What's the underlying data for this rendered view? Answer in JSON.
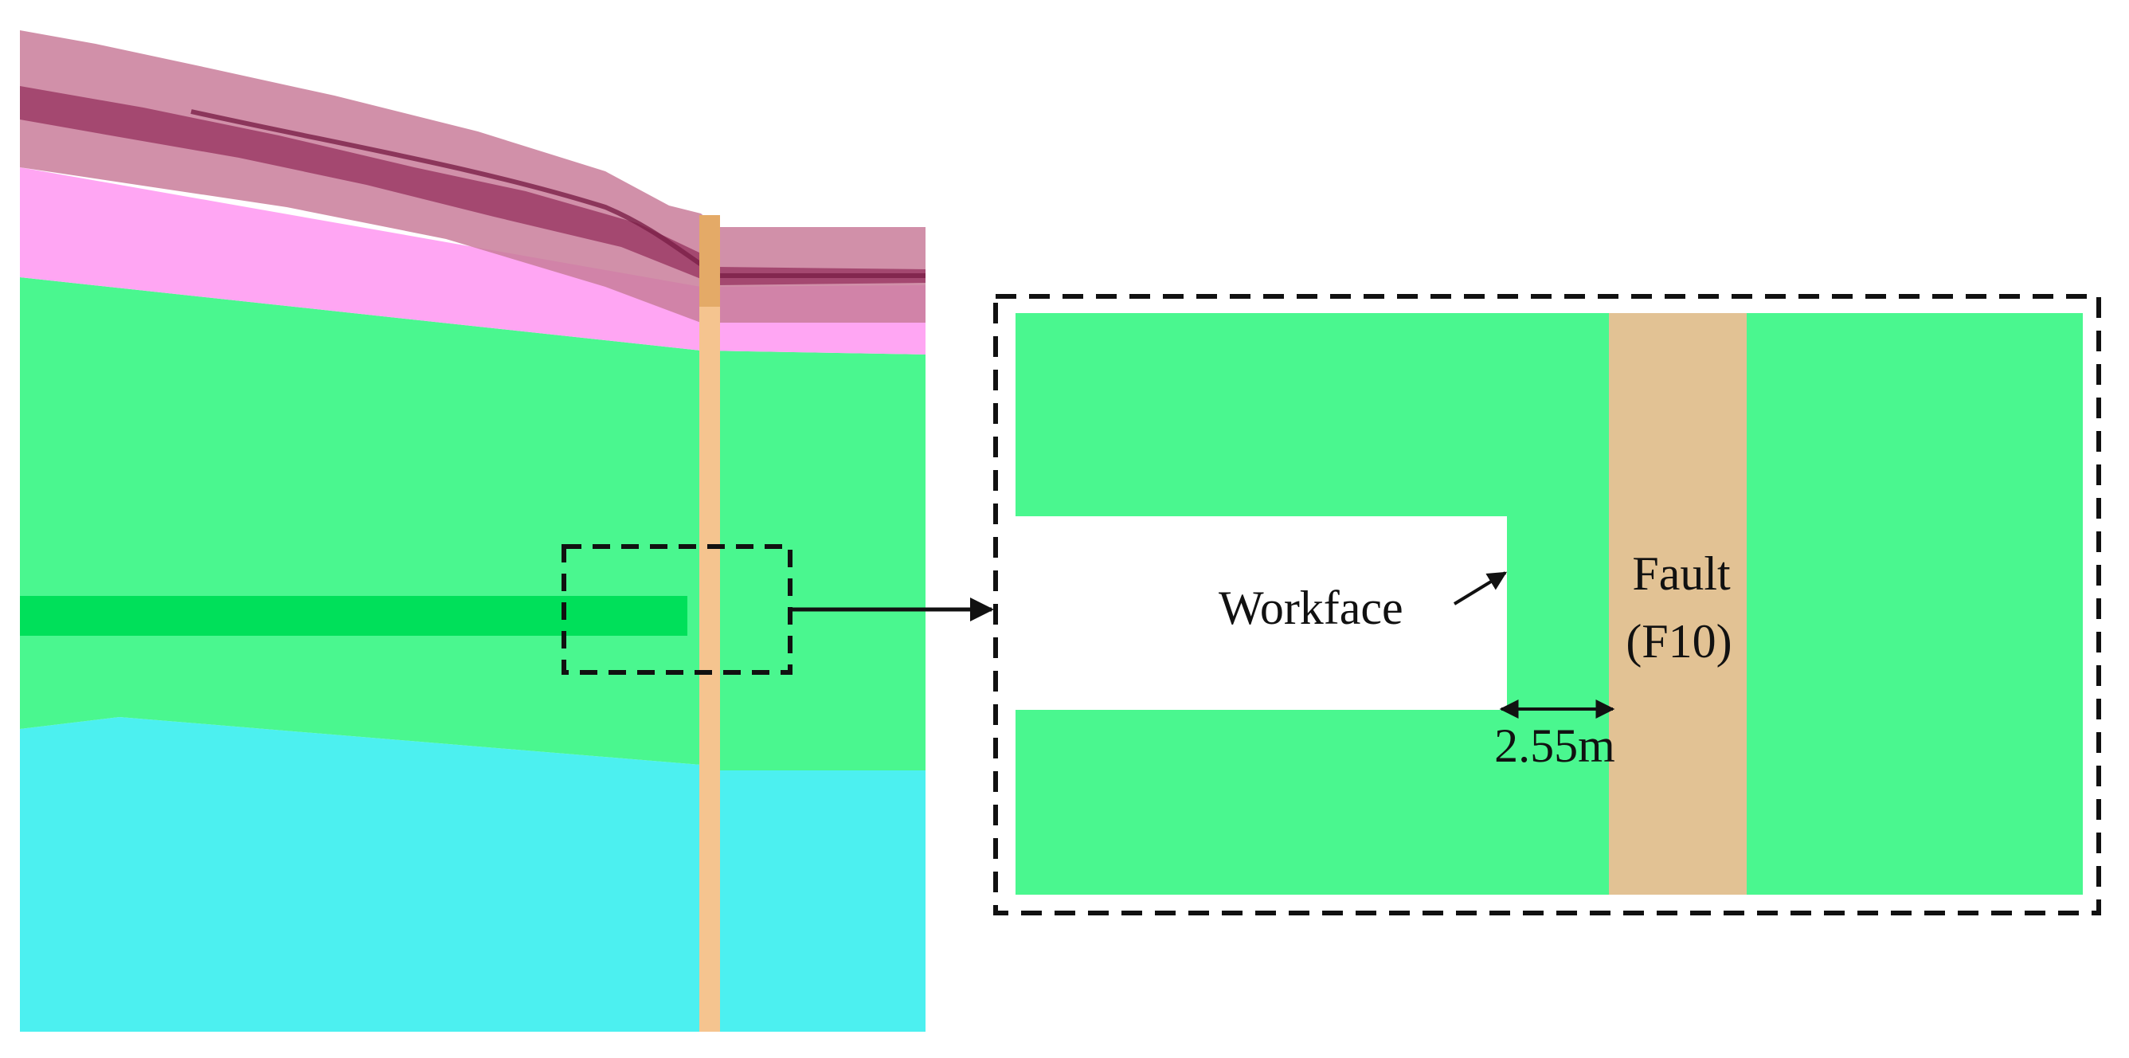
{
  "labels": {
    "workface": "Workface",
    "fault_line1": "Fault",
    "fault_line2": "(F10)",
    "distance": "2.55m"
  },
  "colors": {
    "coal_seam_top": "#9c3c66",
    "pink_layer": "#ffa6f3",
    "green_rock": "#4af78f",
    "workface_seam": "#00e05a",
    "cyan_layer": "#4cf0f0",
    "fault": "#f5c48f",
    "fault_detail": "#e2c294",
    "dash": "#111111"
  }
}
